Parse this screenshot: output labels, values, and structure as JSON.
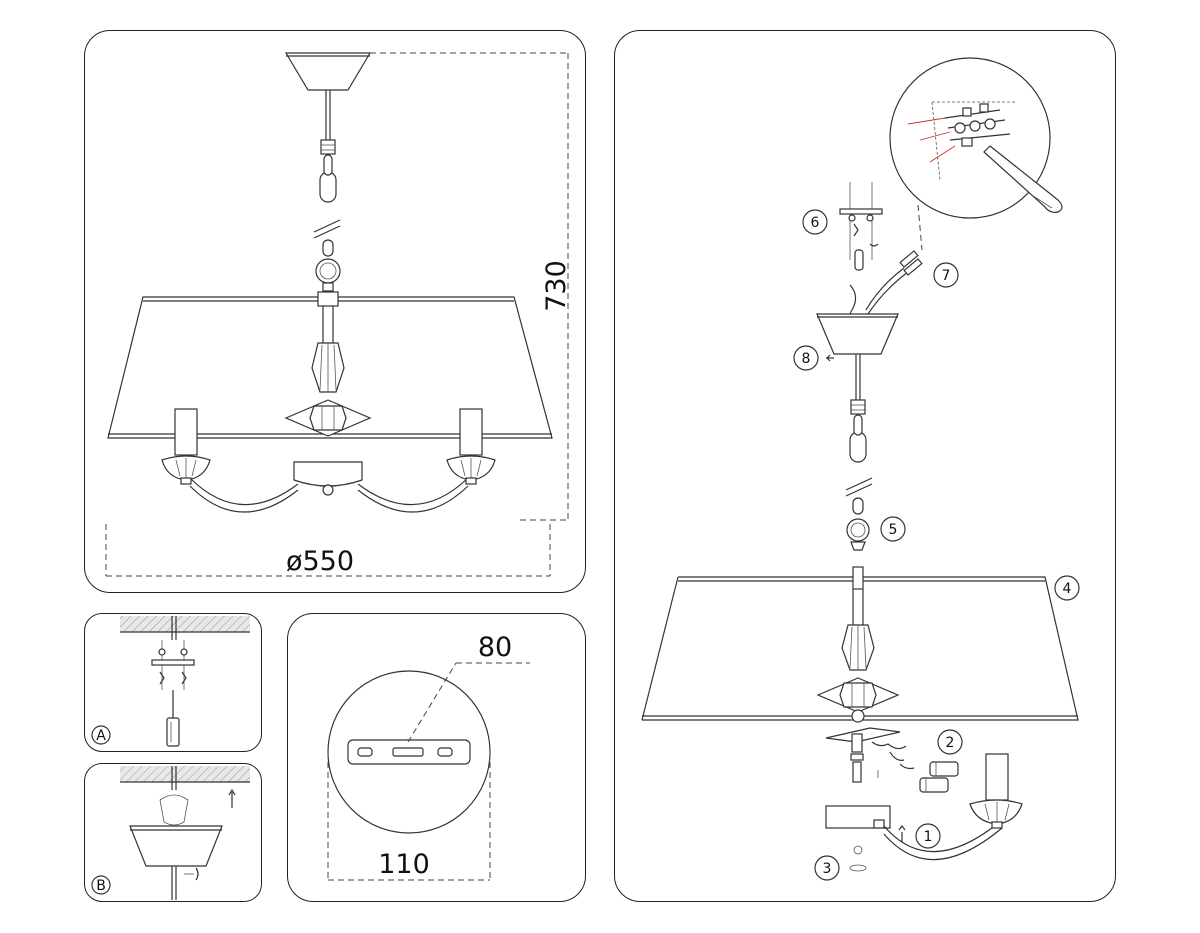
{
  "dimensions": {
    "height": "730",
    "diameter": "ø550",
    "mount_width": "80",
    "mount_diameter": "110"
  },
  "step_labels": {
    "detail_a": "A",
    "detail_b": "B"
  },
  "callouts": [
    "1",
    "2",
    "3",
    "4",
    "5",
    "6",
    "7",
    "8"
  ],
  "colors": {
    "line": "#333333",
    "wire_red": "#d23030",
    "background": "#ffffff"
  }
}
